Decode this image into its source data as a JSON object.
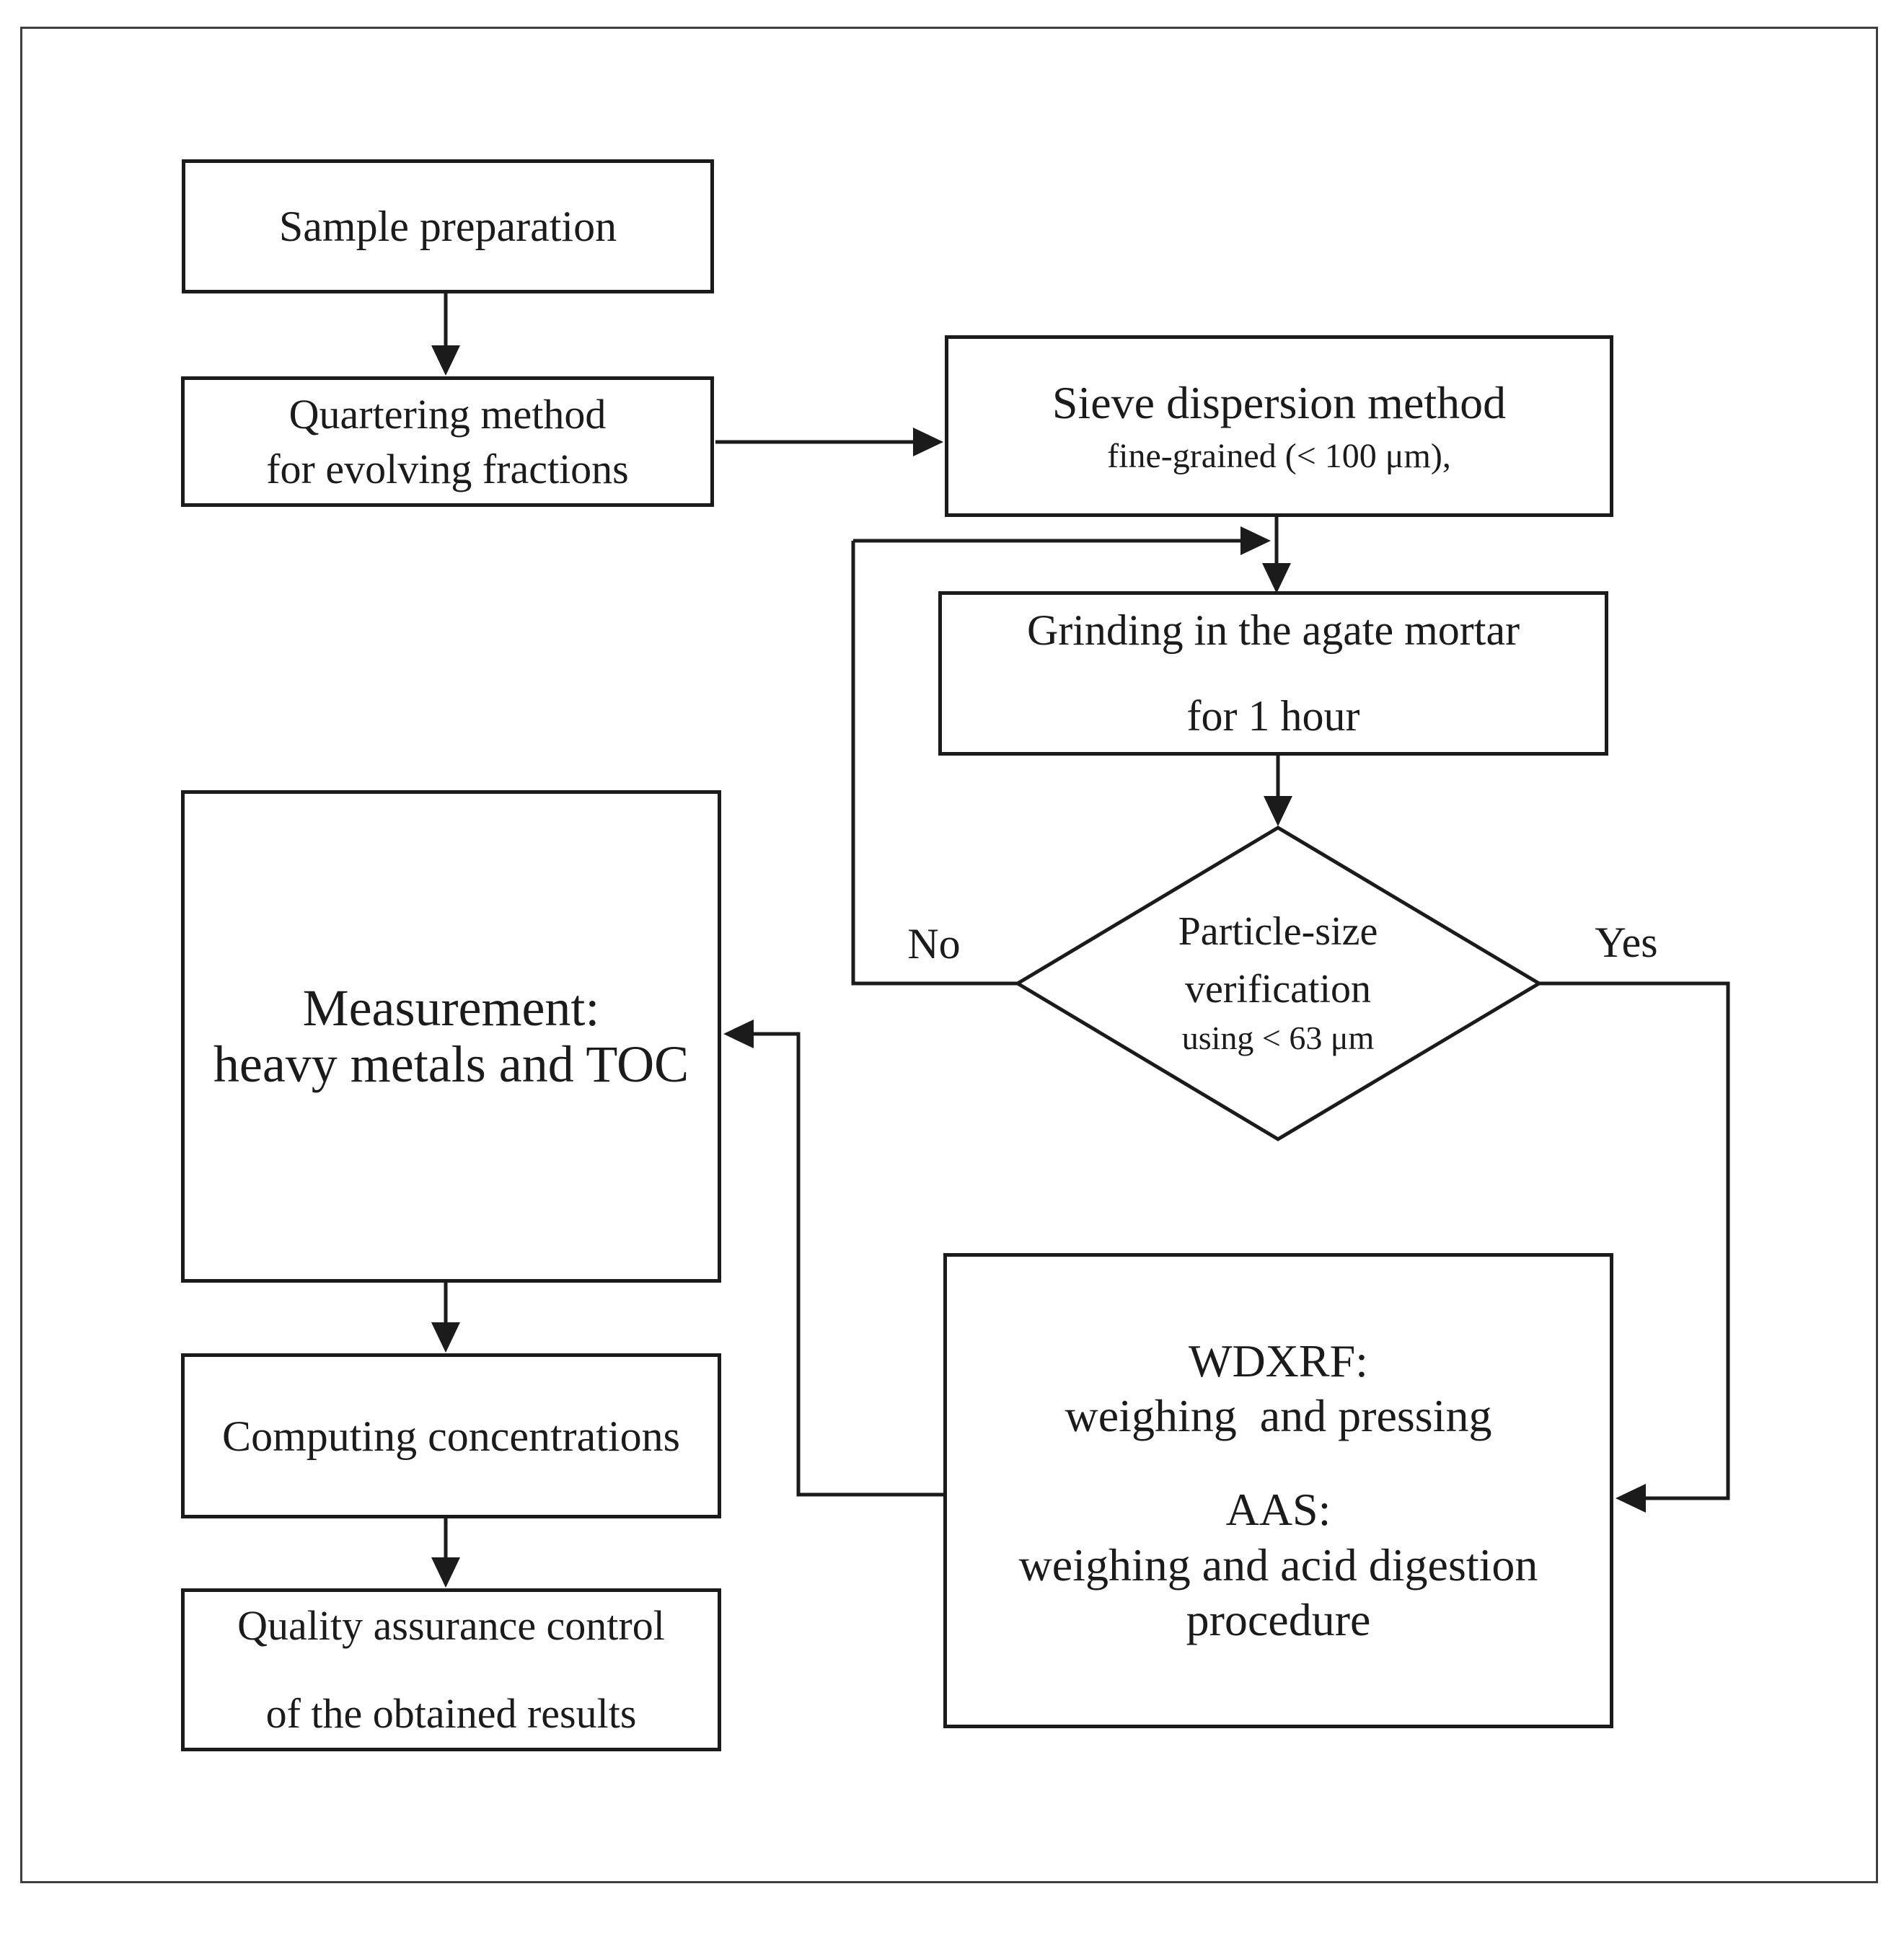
{
  "figure": {
    "background_color": "#ffffff",
    "line_color": "#1b1b1b",
    "outer_border_color": "#3f3f3f"
  },
  "nodes": {
    "sample": {
      "text": "Sample preparation"
    },
    "quartering": {
      "line1": "Quartering method",
      "line2": "for evolving fractions"
    },
    "sieve": {
      "title": "Sieve dispersion method",
      "subtitle": "fine-grained (< 100 μm),"
    },
    "grinding": {
      "line1": "Grinding in the agate mortar",
      "line2": "for 1 hour"
    },
    "decision": {
      "line1": "Particle-size",
      "line2": "verification",
      "line3": "using < 63 μm"
    },
    "measurement": {
      "line1": "Measurement:",
      "line2": "heavy metals and TOC"
    },
    "wdxrf": {
      "line1": "WDXRF:",
      "line2": "weighing  and pressing",
      "line3": "AAS:",
      "line4": "weighing and acid digestion",
      "line5": "procedure"
    },
    "computing": {
      "text": "Computing concentrations"
    },
    "quality": {
      "line1": "Quality assurance control",
      "line2": "of the obtained results"
    }
  },
  "edge_labels": {
    "no": "No",
    "yes": "Yes"
  }
}
